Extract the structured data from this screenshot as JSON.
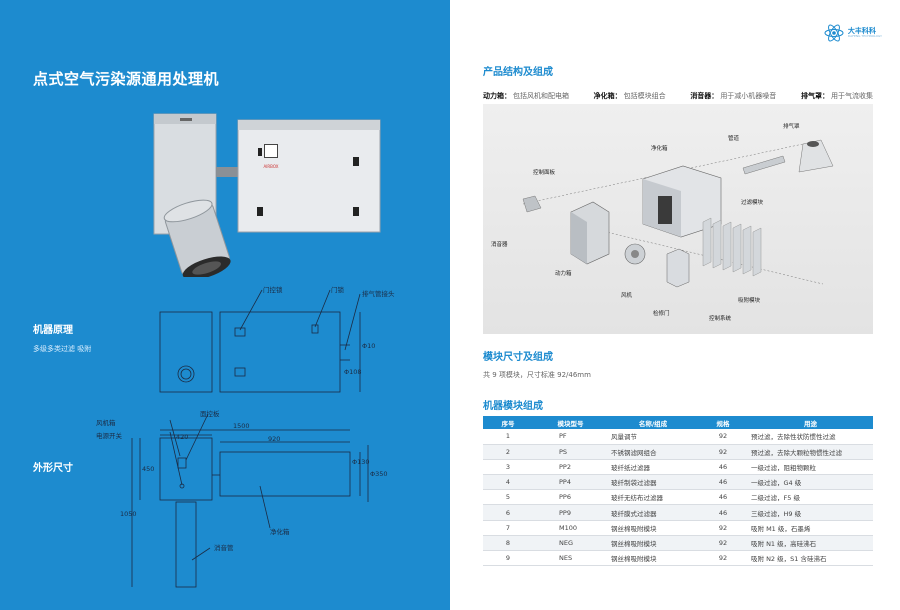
{
  "left": {
    "title": "点式空气污染源通用处理机",
    "principle_heading": "机器原理",
    "principle_text": "多级多类过滤    吸附",
    "dimensions_heading": "外形尺寸",
    "photo_nameplate": "AIRBOX",
    "drawing_top": {
      "label_control": "门控锁",
      "label_door": "门锁",
      "label_outlet": "排气管接头",
      "dim_height": "Φ10",
      "dim_side": "Φ108"
    },
    "drawing_front": {
      "label_fan": "风机箱",
      "label_switch": "电源开关",
      "label_panel": "面控板",
      "label_purify": "净化箱",
      "label_silencer": "消音管",
      "dim_overall": "1500",
      "dim_fan_width": "420",
      "dim_purify_width": "920",
      "dim_left_h1": "450",
      "dim_left_h2": "1050",
      "dim_pipe": "Φ130",
      "dim_right_h": "Φ350"
    }
  },
  "right": {
    "logo_text": "大丰科科",
    "logo_en": "DAFENG TECHNOLOGY",
    "structure_heading": "产品结构及组成",
    "components": [
      {
        "name": "动力箱：",
        "value": "包括风机和配电箱"
      },
      {
        "name": "净化箱：",
        "value": "包括模块组合"
      },
      {
        "name": "消音器：",
        "value": "用于减小机器噪音"
      },
      {
        "name": "排气罩：",
        "value": "用于气流收集"
      }
    ],
    "diagram_labels": {
      "pipe": "管道",
      "hood": "排气罩",
      "control_panel": "控制面板",
      "purify_box": "净化箱",
      "filter_module": "过滤模块",
      "silencer": "消音器",
      "power_box": "动力箱",
      "fan": "风机",
      "service_door": "检修门",
      "module_list": "吸附模块",
      "control_system": "控制系统"
    },
    "size_heading": "模块尺寸及组成",
    "size_note": "共 9 项模块，尺寸标准 92/46mm",
    "modules_heading": "机器模块组成",
    "table": {
      "headers": [
        "序号",
        "模块型号",
        "名称/组成",
        "规格",
        "用途"
      ],
      "rows": [
        [
          "1",
          "PF",
          "风量调节",
          "92",
          "预过滤，去除性状防惯性过滤"
        ],
        [
          "2",
          "PS",
          "不锈钢滤网组合",
          "92",
          "预过滤，去除大颗粒物惯性过滤"
        ],
        [
          "3",
          "PP2",
          "玻纤纸过滤器",
          "46",
          "一级过滤，阻粗物颗粒"
        ],
        [
          "4",
          "PP4",
          "玻纤制袋过滤器",
          "46",
          "一级过滤，G4 级"
        ],
        [
          "5",
          "PP6",
          "玻纤无纺布过滤器",
          "46",
          "二级过滤，F5 级"
        ],
        [
          "6",
          "PP9",
          "玻纤膜式过滤器",
          "46",
          "三级过滤，H9 级"
        ],
        [
          "7",
          "M100",
          "钢丝棉吸附模块",
          "92",
          "吸附 M1 级，石墨烯"
        ],
        [
          "8",
          "NEG",
          "钢丝棉吸附模块",
          "92",
          "吸附 N1 级，高硅沸石"
        ],
        [
          "9",
          "NES",
          "钢丝棉吸附模块",
          "92",
          "吸附 N2 级，S1 含硅沸石"
        ]
      ]
    }
  }
}
